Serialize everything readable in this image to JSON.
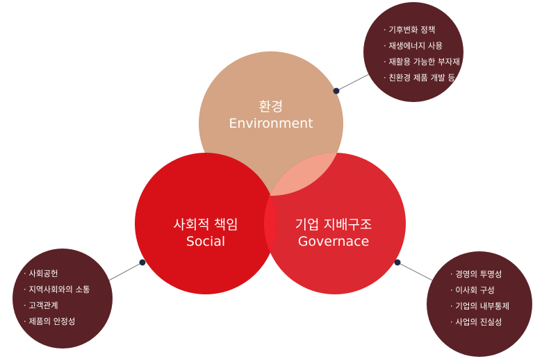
{
  "colors": {
    "environment": "#d4a484",
    "social": "#d81118",
    "governance": "#dc2830",
    "overlap_env_gov": "#f3a08a",
    "overlap_soc_gov": "#f0202d",
    "note_bubble": "#5a2226",
    "connector": "#777777",
    "dot": "#1e2a45"
  },
  "circles": {
    "environment": {
      "ko": "환경",
      "en": "Environment"
    },
    "social": {
      "ko": "사회적 책임",
      "en": "Social"
    },
    "governance": {
      "ko": "기업 지배구조",
      "en": "Governace"
    }
  },
  "notes": {
    "environment": [
      "기후변화 정책",
      "재생에너지 사용",
      "재활용 가능한 부자재",
      "친환경 제품 개발 등"
    ],
    "social": [
      "사회공헌",
      "지역사회와의 소통",
      "고객관계",
      "제품의 안정성"
    ],
    "governance": [
      "경영의 투명성",
      "이사회 구성",
      "기업의 내부통제",
      "사업의 진실성"
    ]
  }
}
